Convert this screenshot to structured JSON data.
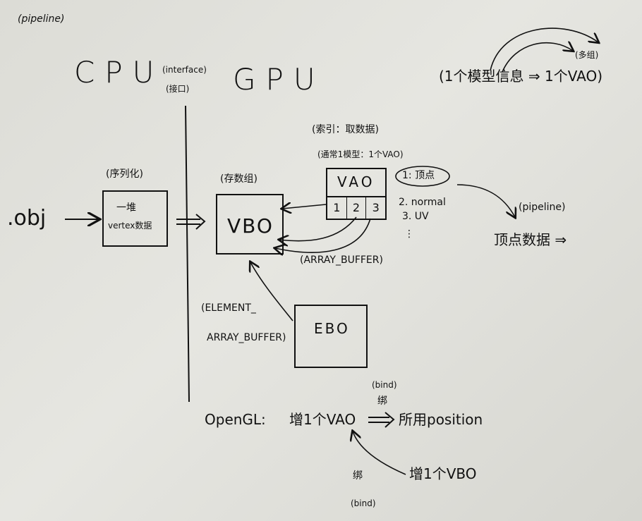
{
  "top": {
    "pipeline_note": "(pipeline)",
    "cpu": "CPU",
    "interface": "(interface)",
    "interface_cn": "(接口)",
    "gpu": "GPU"
  },
  "note_top_right": {
    "text": "(1个模型信息 ⇒ 1个VAO)",
    "multi_group": "(多组)"
  },
  "left": {
    "obj": ".obj",
    "serialize_label": "(序列化)",
    "serialize_line1": "一堆",
    "serialize_line2": "vertex数据"
  },
  "vbo": {
    "label": "VBO",
    "note": "(存数组)"
  },
  "vao": {
    "label": "VAO",
    "note_index": "(索引：取数据)",
    "note_usually": "(通常1模型：1个VAO)",
    "slots": [
      "1",
      "2",
      "3"
    ]
  },
  "attributes": {
    "items": [
      "1: 顶点",
      "2. normal",
      "3. UV",
      "⋮"
    ],
    "pipeline": "(pipeline)",
    "vertex_data": "顶点数据 ⇒"
  },
  "array_buffer": "(ARRAY_BUFFER)",
  "ebo": {
    "label": "EBO",
    "note_line1": "(ELEMENT_",
    "note_line2": "ARRAY_BUFFER)"
  },
  "opengl": {
    "prefix": "OpenGL:",
    "add_vao": "增1个VAO",
    "bind_note": "(bind)",
    "bind_cn": "绑",
    "used_position": "所用position",
    "add_vbo": "增1个VBO",
    "bind_cn_bottom": "绑",
    "bind_note_bottom": "(bind)"
  }
}
